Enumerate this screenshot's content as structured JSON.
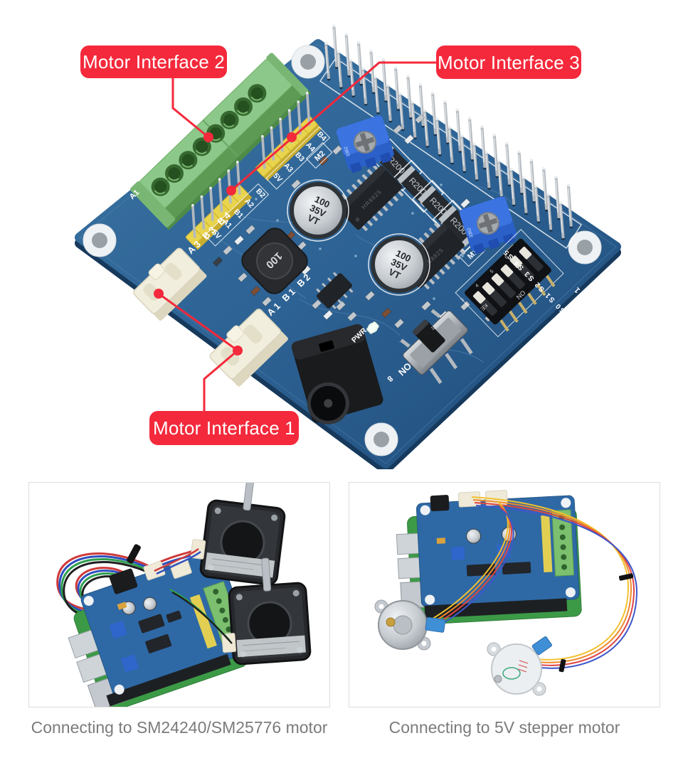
{
  "callouts": {
    "accent_color": "#f4293b",
    "items": [
      {
        "id": "motor-interface-2",
        "label": "Motor Interface 2"
      },
      {
        "id": "motor-interface-3",
        "label": "Motor Interface 3"
      },
      {
        "id": "motor-interface-1",
        "label": "Motor Interface 1"
      }
    ]
  },
  "board": {
    "pcb_color": "#2d6294",
    "silkscreen": {
      "m2": "M2",
      "m1": "M1",
      "pwr": "PWR",
      "switch_on": "ON",
      "jack_digit": "8",
      "edge_a1": "A1",
      "jst_row_top": "A4 A3 B3 B4",
      "jst_row_bottom": "A2 A1 B1 B2",
      "header_top_labels": [
        "5V",
        "A3",
        "B3",
        "A4",
        "B4"
      ],
      "header_bottom_labels": [
        "5V",
        "A1",
        "B1",
        "A2",
        "B2"
      ],
      "dip_row": "S0 S1 S2 S3 S4 S5",
      "dip_one": "1",
      "dip_zero": "0"
    },
    "components": {
      "shunt_resistor": "R200",
      "capacitor_lines": [
        "100",
        "35V",
        "VT"
      ],
      "inductor": "100",
      "driver_ic": "HR8825",
      "trimpot": "3362",
      "dip_on": "ON",
      "dip_ke": "KE",
      "dip_digits": "1 2 3 4 5 6"
    }
  },
  "gallery": [
    {
      "caption": "Connecting to SM24240/SM25776 motor"
    },
    {
      "caption": "Connecting to 5V stepper motor"
    }
  ]
}
